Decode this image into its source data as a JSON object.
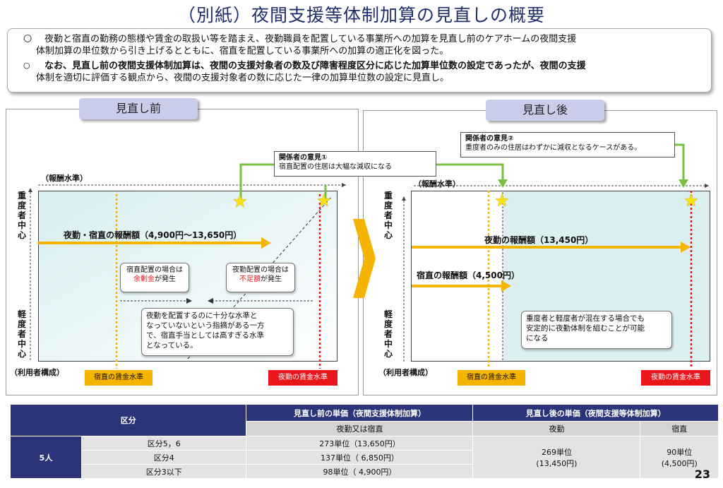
{
  "title": "（別紙）夜間支援等体制加算の見直しの概要",
  "summary": {
    "bullet1_mark": "○",
    "line1": "夜勤と宿直の勤務の態様や賃金の取扱い等を踏まえ、夜勤職員を配置している事業所への加算を見直し前のケアホームの夜間支援",
    "line2": "体制加算の単位数から引き上げるとともに、宿直を配置している事業所への加算の適正化を図った。",
    "bullet2_mark": "○",
    "line3": "なお、見直し前の夜間支援体制加算は、夜間の支援対象者の数及び障害程度区分に応じた加算単位数の設定であったが、夜間の支援",
    "line4": "体制を適切に評価する観点から、夜間の支援対象者の数に応じた一律の加算単位数の設定に見直し。"
  },
  "before": {
    "header": "見直し前",
    "pay_level": "（報酬水準）",
    "heavy": "重度者中心",
    "light": "軽度者中心",
    "composition": "（利用者構成）",
    "arrow_label": "夜勤・宿直の報酬額（4,900円～13,650円）",
    "note_left_1": "宿直配置の場合は",
    "note_left_2a": "余剰金",
    "note_left_2b": "が発生",
    "note_right_1": "夜勤配置の場合は",
    "note_right_2a": "不足額",
    "note_right_2b": "が発生",
    "note_bottom_1": "夜勤を配置するのに十分な水準と",
    "note_bottom_2": "なっていないという指摘がある一方",
    "note_bottom_3": "で、宿直手当としては高すぎる水準",
    "note_bottom_4": "となっている。",
    "opinion_title": "関係者の意見①",
    "opinion_text": "宿直配置の住居は大幅な減収になる",
    "wage_night_duty": "宿直の賃金水準",
    "wage_night_shift": "夜勤の賃金水準"
  },
  "after": {
    "header": "見直し後",
    "pay_level": "（報酬水準）",
    "heavy": "重度者中心",
    "light": "軽度者中心",
    "composition": "（利用者構成）",
    "arrow1_label": "夜勤の報酬額（13,450円）",
    "arrow2_label": "宿直の報酬額（4,500円）",
    "note_1": "重度者と軽度者が混在する場合でも",
    "note_2": "安定的に夜勤体制を組むことが可能",
    "note_3": "になる",
    "opinion_title": "関係者の意見②",
    "opinion_text": "重度者のみの住居はわずかに減収となるケースがある。",
    "wage_night_duty": "宿直の賃金水準",
    "wage_night_shift": "夜勤の賃金水準"
  },
  "table": {
    "h_category": "区分",
    "h_before": "見直し前の単価（夜間支援体制加算）",
    "h_after": "見直し後の単価（夜間支援等体制加算）",
    "sub_before": "夜勤又は宿直",
    "sub_after_night": "夜勤",
    "sub_after_duty": "宿直",
    "group": "5人",
    "rows": [
      {
        "cat": "区分5，6",
        "before": "273単位（13,650円）"
      },
      {
        "cat": "区分4",
        "before": "137単位（ 6,850円）"
      },
      {
        "cat": "区分3以下",
        "before": "98単位（ 4,900円）"
      }
    ],
    "after_night_1": "269単位",
    "after_night_2": "(13,450円)",
    "after_duty_1": "90単位",
    "after_duty_2": "(4,500円)"
  },
  "page_number": "23",
  "colors": {
    "navy": "#2b3478",
    "accent_orange": "#f5b400",
    "red": "#e8161b",
    "green": "#7ac143",
    "lavender": "#c9cdea"
  }
}
